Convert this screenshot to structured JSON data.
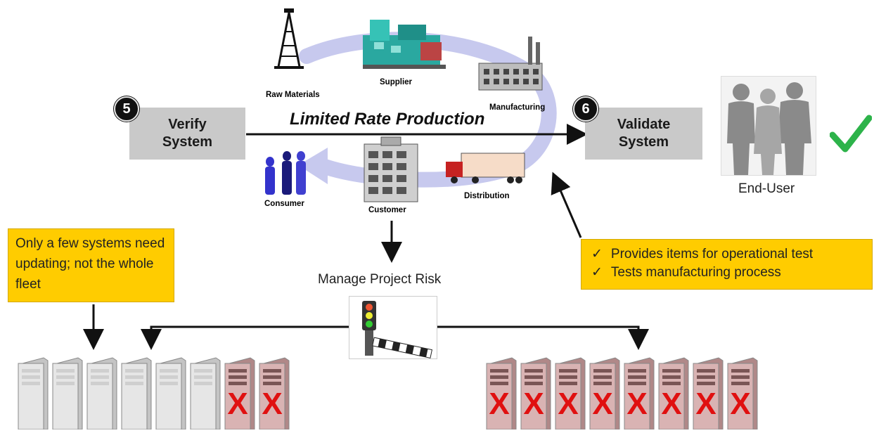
{
  "center_image": {
    "labels": {
      "raw_materials": "Raw Materials",
      "supplier": "Supplier",
      "manufacturing": "Manufacturing",
      "consumer": "Consumer",
      "customer": "Customer",
      "distribution": "Distribution"
    },
    "title": "Limited Rate Production"
  },
  "verify": {
    "step": "5",
    "label_line1": "Verify",
    "label_line2": "System"
  },
  "validate": {
    "step": "6",
    "label_line1": "Validate",
    "label_line2": "System"
  },
  "end_user": {
    "label": "End-User"
  },
  "callout_left": {
    "text": "Only a few systems need updating; not the whole fleet"
  },
  "callout_right": {
    "items": [
      "Provides items for operational test",
      "Tests manufacturing process"
    ]
  },
  "manage_risk": {
    "label": "Manage Project Risk"
  },
  "fleet_left": {
    "ok_count": 6,
    "failed_count": 2
  },
  "fleet_right": {
    "failed_count": 8
  },
  "colors": {
    "callout": "#ffcc00",
    "box": "#c9c9c9",
    "x_mark": "#e01010",
    "check": "#2db34a",
    "cycle_arrow": "#c7c9ee"
  }
}
